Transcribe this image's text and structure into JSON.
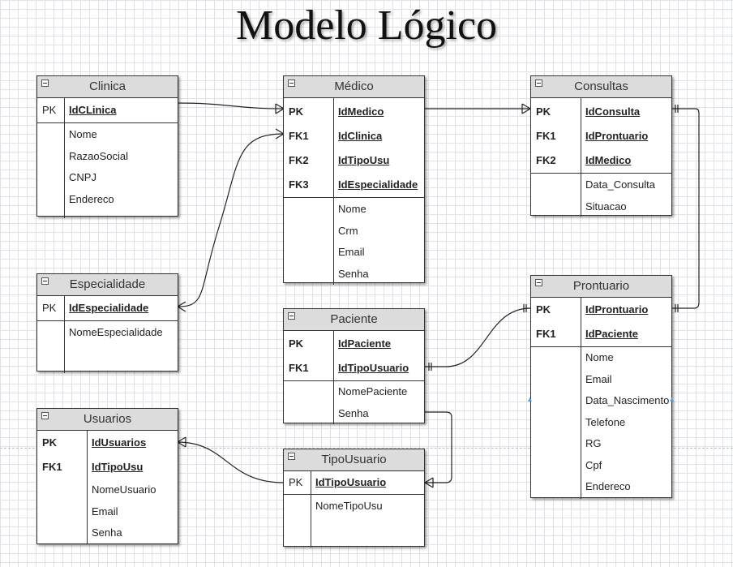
{
  "title": "Modelo Lógico",
  "entities": {
    "clinica": {
      "name": "Clinica",
      "key_rows": [
        {
          "key": "PK",
          "field": "IdCLinica"
        }
      ],
      "attributes": [
        "Nome",
        "RazaoSocial",
        "CNPJ",
        "Endereco"
      ]
    },
    "medico": {
      "name": "Médico",
      "key_rows": [
        {
          "key": "PK",
          "field": "IdMedico"
        },
        {
          "key": "FK1",
          "field": "IdClinica"
        },
        {
          "key": "FK2",
          "field": "IdTipoUsu"
        },
        {
          "key": "FK3",
          "field": "IdEspecialidade"
        }
      ],
      "attributes": [
        "Nome",
        "Crm",
        "Email",
        "Senha"
      ]
    },
    "consultas": {
      "name": "Consultas",
      "key_rows": [
        {
          "key": "PK",
          "field": "IdConsulta"
        },
        {
          "key": "FK1",
          "field": "IdProntuario"
        },
        {
          "key": "FK2",
          "field": "IdMedico"
        }
      ],
      "attributes": [
        "Data_Consulta",
        "Situacao"
      ]
    },
    "especialidade": {
      "name": "Especialidade",
      "key_rows": [
        {
          "key": "PK",
          "field": "IdEspecialidade"
        }
      ],
      "attributes": [
        "NomeEspecialidade"
      ]
    },
    "paciente": {
      "name": "Paciente",
      "key_rows": [
        {
          "key": "PK",
          "field": "IdPaciente"
        },
        {
          "key": "FK1",
          "field": "IdTipoUsuario"
        }
      ],
      "attributes": [
        "NomePaciente",
        "Senha"
      ]
    },
    "prontuario": {
      "name": "Prontuario",
      "key_rows": [
        {
          "key": "PK",
          "field": "IdProntuario"
        },
        {
          "key": "FK1",
          "field": "IdPaciente"
        }
      ],
      "attributes": [
        "Nome",
        "Email",
        "Data_Nascimento",
        "Telefone",
        "RG",
        "Cpf",
        "Endereco"
      ]
    },
    "usuarios": {
      "name": "Usuarios",
      "key_rows": [
        {
          "key": "PK",
          "field": "IdUsuarios"
        },
        {
          "key": "FK1",
          "field": "IdTipoUsu"
        }
      ],
      "attributes": [
        "NomeUsuario",
        "Email",
        "Senha"
      ]
    },
    "tipousuario": {
      "name": "TipoUsuario",
      "key_rows": [
        {
          "key": "PK",
          "field": "IdTipoUsuario"
        }
      ],
      "attributes": [
        "NomeTipoUsu"
      ]
    }
  },
  "relationships": [
    {
      "from": "Clinica",
      "to": "Médico",
      "from_end": "one",
      "to_end": "many"
    },
    {
      "from": "Especialidade",
      "to": "Médico",
      "from_end": "many",
      "to_end": "many"
    },
    {
      "from": "Médico",
      "to": "Consultas",
      "from_end": "one",
      "to_end": "many"
    },
    {
      "from": "Consultas",
      "to": "Prontuario",
      "from_end": "one-and-only-one",
      "to_end": "one-and-only-one"
    },
    {
      "from": "Paciente",
      "to": "Prontuario",
      "from_end": "one-and-only-one",
      "to_end": "one-and-only-one"
    },
    {
      "from": "Paciente",
      "to": "TipoUsuario",
      "from_end": "one",
      "to_end": "many"
    },
    {
      "from": "Usuarios",
      "to": "TipoUsuario",
      "from_end": "many",
      "to_end": "one"
    }
  ],
  "colors": {
    "header_bg": "#dcdcdc",
    "border": "#333333",
    "grid": "#dfe3e8",
    "connection_point": "#4aa3df"
  },
  "icons": {
    "collapse": "minus-box-icon"
  }
}
